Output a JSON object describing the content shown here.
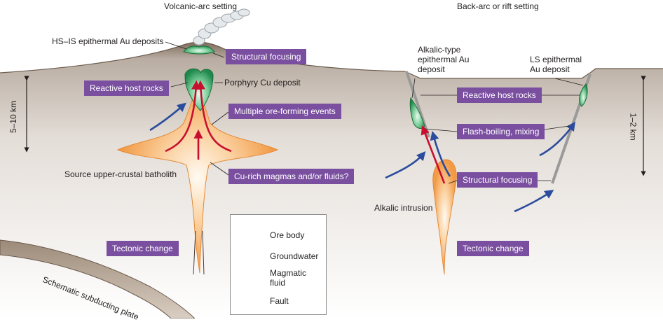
{
  "headings": {
    "left": "Volcanic-arc setting",
    "right": "Back-arc or rift setting"
  },
  "labels": {
    "hs_is_deposits": "HS–IS epithermal Au deposits",
    "porphyry_deposit": "Porphyry Cu deposit",
    "batholith": "Source upper-crustal batholith",
    "alkalic_deposit": "Alkalic-type epithermal Au deposit",
    "ls_deposit": "LS epithermal Au deposit",
    "alkalic_intrusion": "Alkalic intrusion",
    "subducting_plate": "Schematic subducting plate"
  },
  "tags": {
    "structural_focusing_left": "Structural focusing",
    "reactive_host_left": "Reactive host rocks",
    "multiple_events": "Multiple ore-forming events",
    "cu_rich": "Cu-rich magmas and/or fluids?",
    "tectonic_change_left": "Tectonic change",
    "reactive_host_right": "Reactive host rocks",
    "flash_boiling": "Flash-boiling, mixing",
    "structural_focusing_right": "Structural focusing",
    "tectonic_change_right": "Tectonic change"
  },
  "scales": {
    "left_depth": "5–10 km",
    "right_depth": "1–2 km"
  },
  "legend": {
    "ore_body": "Ore body",
    "groundwater": "Groundwater",
    "magmatic_fluid": "Magmatic fluid",
    "fault": "Fault"
  },
  "colors": {
    "crust": "#b8aea4",
    "crust_top": "#eae5e0",
    "tag_purple": "#7a4fa0",
    "groundwater_blue": "#2b4c9c",
    "magmatic_red": "#c8102e",
    "ore_green": "#2e9a5a",
    "magma_orange": "#f6a65a",
    "fault_gray": "#9a9a9a"
  }
}
